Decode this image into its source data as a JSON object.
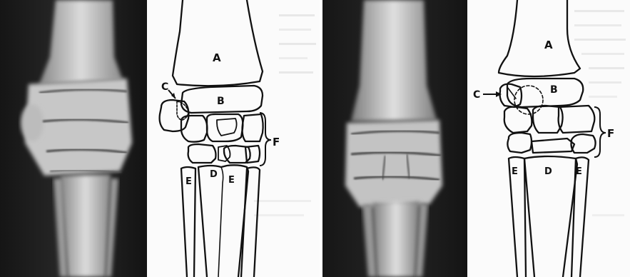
{
  "left_figure": {
    "labels": {
      "radius": "A",
      "radial_carpal": "B",
      "accessory": "C",
      "cannon": "D",
      "splint_medial": "E",
      "splint_lateral": "E",
      "carpal_rows_bracket": "F"
    }
  },
  "right_figure": {
    "labels": {
      "radius": "A",
      "radial_carpal": "B",
      "accessory": "C",
      "cannon": "D",
      "splint_medial": "E",
      "splint_lateral": "E",
      "carpal_rows_bracket": "F"
    }
  },
  "colors": {
    "xray_background": "#1c1c1c",
    "bone_light": "#e6e6e6",
    "line": "#111111",
    "paper": "#ffffff"
  }
}
